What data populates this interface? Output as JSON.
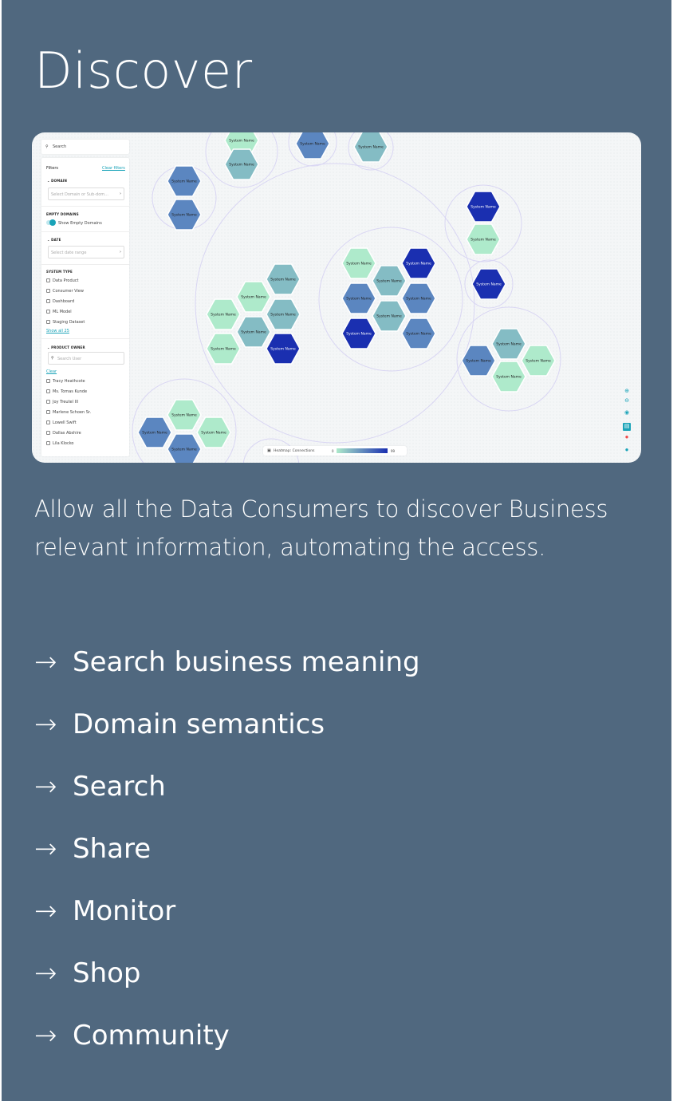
{
  "title": "Discover",
  "screenshot": {
    "search_placeholder": "Search",
    "filters_label": "Filters",
    "clear_filters": "Clear filters",
    "domain_label": "DOMAIN",
    "domain_placeholder": "Select Domain or Sub-dom...",
    "empty_domains_label": "EMPTY DOMAINS",
    "show_empty_domains": "Show Empty Domains",
    "show_empty_domains_on": true,
    "date_label": "DATE",
    "date_placeholder": "Select date range",
    "system_type_label": "SYSTEM TYPE",
    "system_types": [
      "Data Product",
      "Consumer View",
      "Dashboard",
      "ML Model",
      "Staging Dataset"
    ],
    "show_all": "Show all 25",
    "product_owner_label": "PRODUCT OWNER",
    "owner_search_placeholder": "Search User",
    "clear": "Clear",
    "owners": [
      "Tracy Heathcote",
      "Ms. Tomas Kunde",
      "Joy Treutel III",
      "Marlene Schoen Sr.",
      "Lowell Swift",
      "Dallas Abshire",
      "Lila Klocko"
    ],
    "node_label": "System Name",
    "legend_label": "Heatmap: Connections",
    "legend_min": "0",
    "legend_max": "99",
    "colors": {
      "mint": "#aeeacb",
      "teal": "#84bcc4",
      "blue": "#5b86c0",
      "dark": "#1a2fb0",
      "accent": "#19a3b8",
      "alert": "#f04a4a"
    }
  },
  "description": "Allow all the Data Consumers to discover Business relevant information, automating the access.",
  "features": [
    "Search business meaning",
    "Domain semantics",
    "Search",
    "Share",
    "Monitor",
    "Shop",
    "Community"
  ],
  "arrow_icon": "→"
}
